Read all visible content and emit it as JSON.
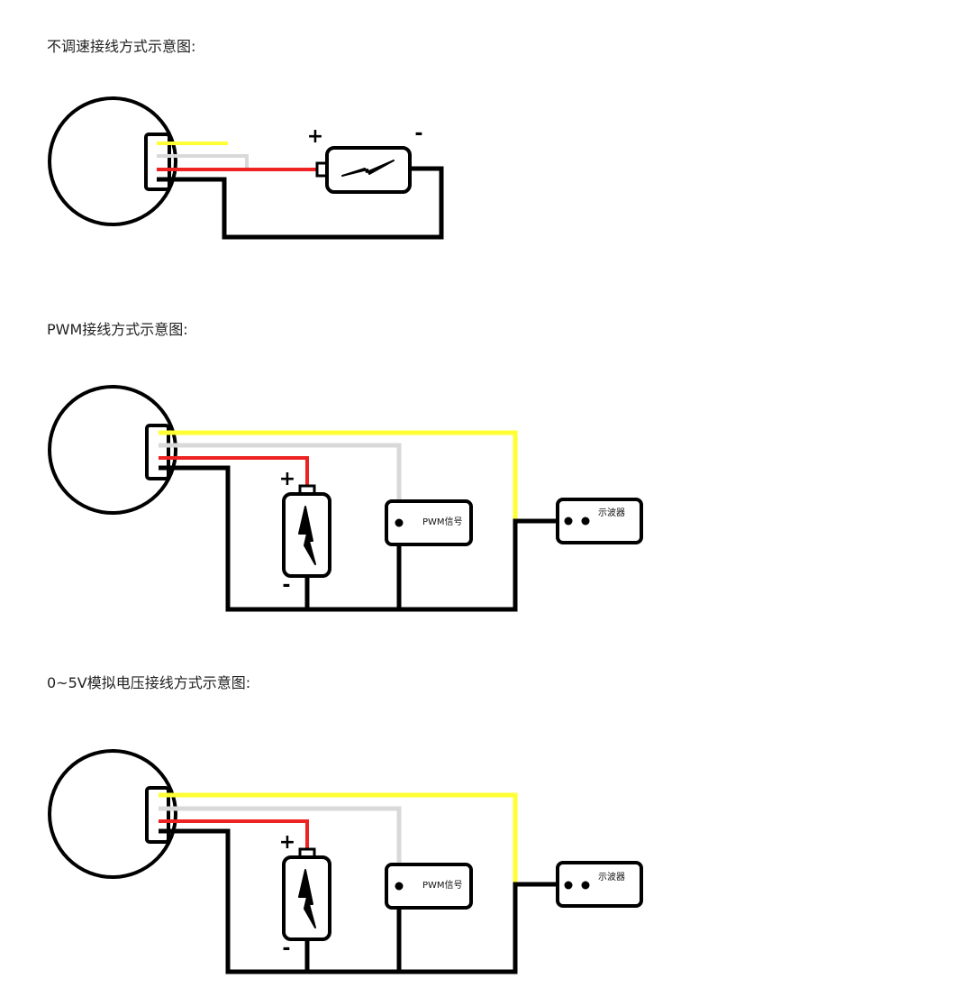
{
  "headings": {
    "no_speed": "不调速接线方式示意图:",
    "pwm": "PWM接线方式示意图:",
    "analog": "0~5V模拟电压接线方式示意图:"
  },
  "labels": {
    "plus": "+",
    "minus": "-",
    "pwm_signal": "PWM信号",
    "oscilloscope": "示波器"
  },
  "colors": {
    "yellow_wire": "#ffff33",
    "gray_wire": "#d9d9d9",
    "red_wire": "#ee2222",
    "black_wire": "#000000"
  }
}
